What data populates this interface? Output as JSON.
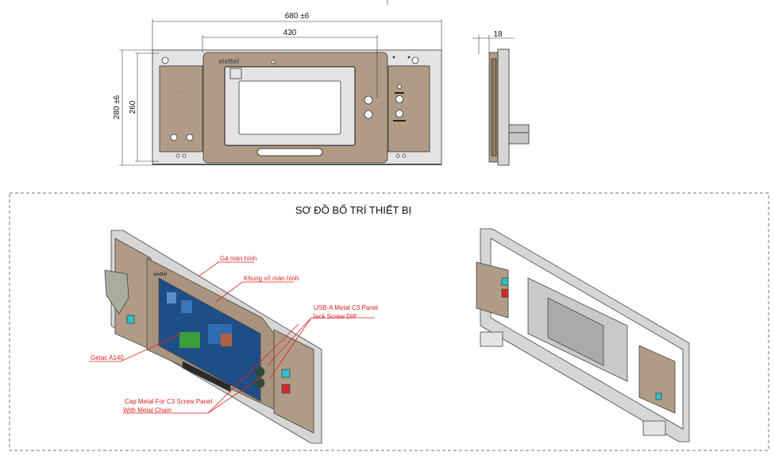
{
  "dimensions": {
    "overall_width": "680 ±6",
    "screen_width": "430",
    "overall_height": "280 ±6",
    "inner_height": "260",
    "depth": "18"
  },
  "brand": "viettel",
  "section_title": "SƠ ĐỒ BỐ TRÍ THIẾT BỊ",
  "callouts": {
    "bracket": "Gá màn hình",
    "frame": "Khung vỏ màn hình",
    "usb_line1": "USB-A Metal C3 Panel",
    "usb_line2": "Jack Screw DIP",
    "tablet": "Getac A140",
    "cap_line1": "Cap Metal For C3 Screw Panel",
    "cap_line2": "With Metal Chain"
  },
  "colors": {
    "plate": "#e6e4e2",
    "bezel": "#b09c86",
    "callout": "#e02020",
    "button_cyan": "#2cc3c8",
    "button_red": "#d9282a"
  }
}
